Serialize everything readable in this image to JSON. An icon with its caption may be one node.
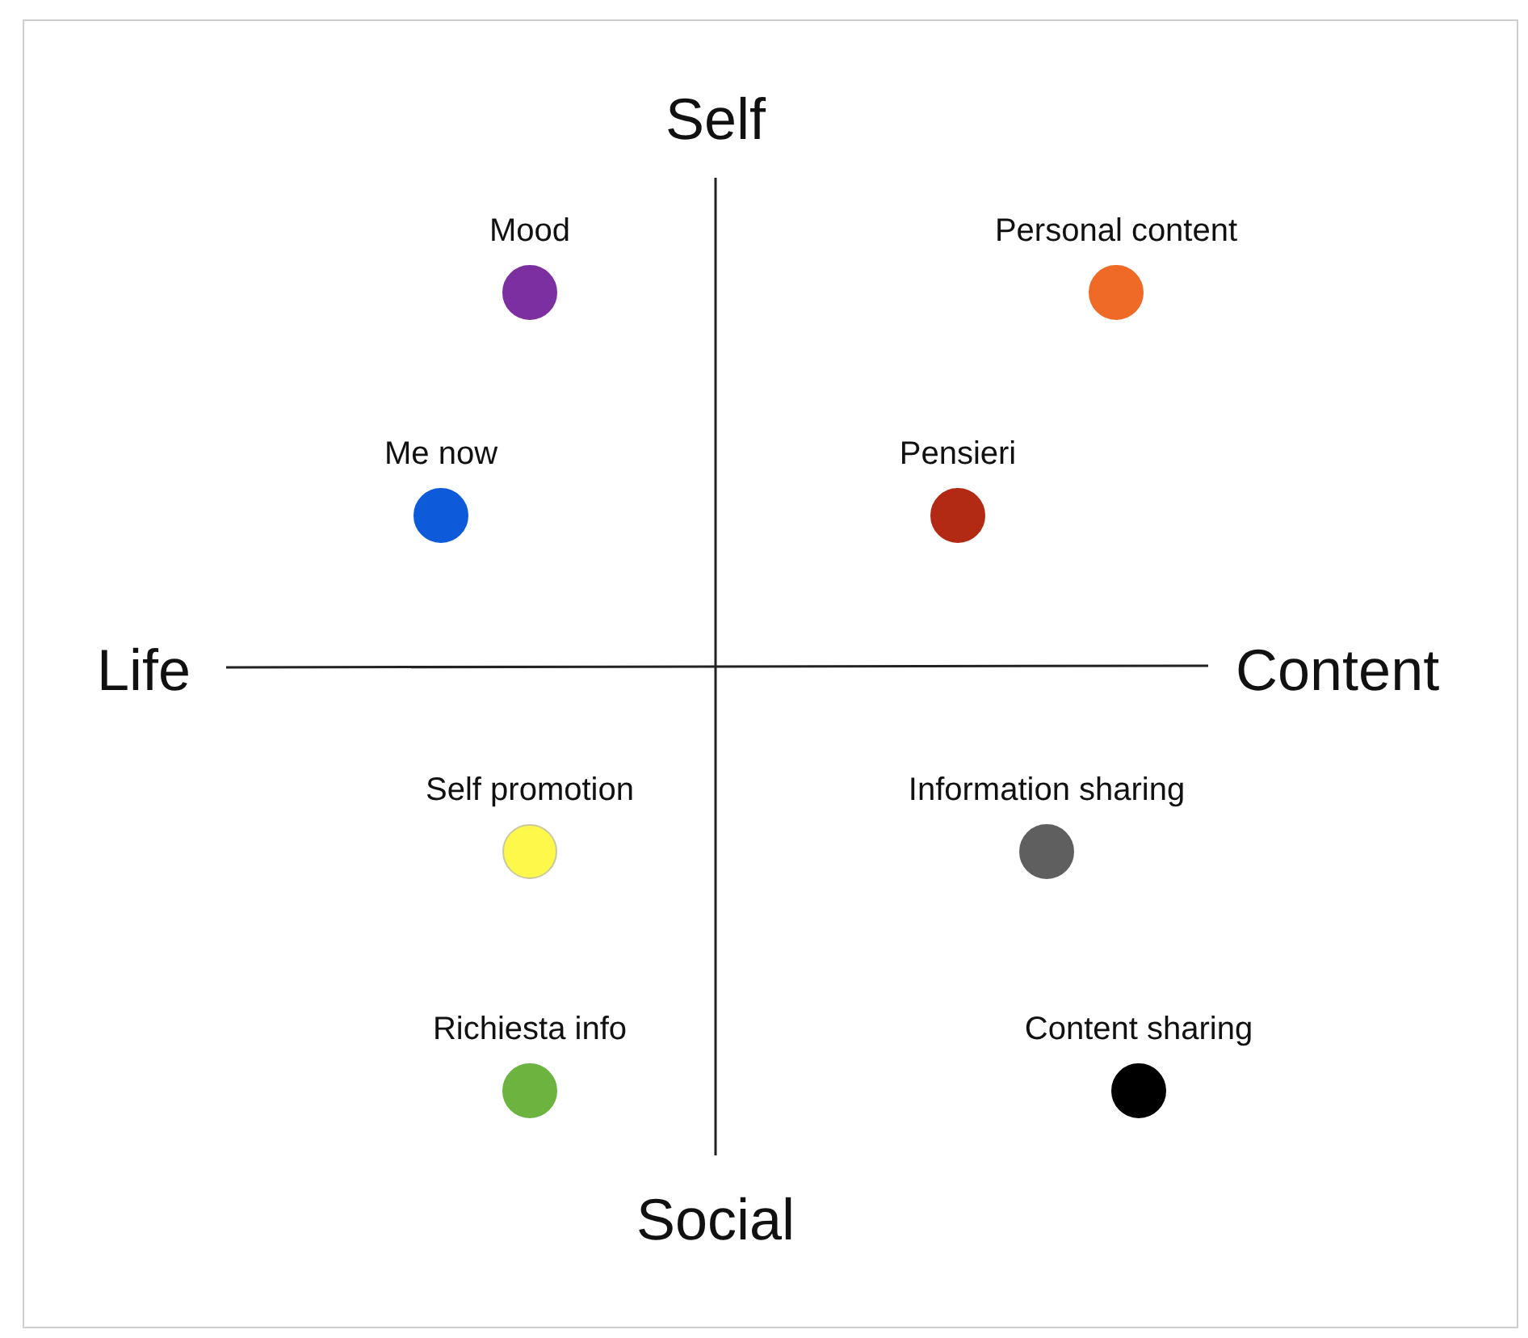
{
  "diagram": {
    "nodes": [
      {
        "text": [],
        "shape": "circle",
        "beside": [
          "Mood"
        ]
      },
      {
        "text": [],
        "shape": "circle",
        "beside": [
          "Personal content"
        ]
      },
      {
        "text": [],
        "shape": "circle",
        "beside": [
          "Me now"
        ]
      },
      {
        "text": [],
        "shape": "circle",
        "beside": [
          "Pensieri"
        ]
      },
      {
        "text": [],
        "shape": "circle",
        "beside": [
          "Self promotion"
        ]
      },
      {
        "text": [],
        "shape": "circle",
        "beside": [
          "Information sharing"
        ]
      },
      {
        "text": [],
        "shape": "circle",
        "beside": [
          "Richiesta info"
        ]
      },
      {
        "text": [],
        "shape": "circle",
        "beside": [
          "Content sharing"
        ]
      }
    ],
    "edges": [],
    "labels": [
      "Self",
      "Life",
      "Content",
      "Social"
    ]
  }
}
